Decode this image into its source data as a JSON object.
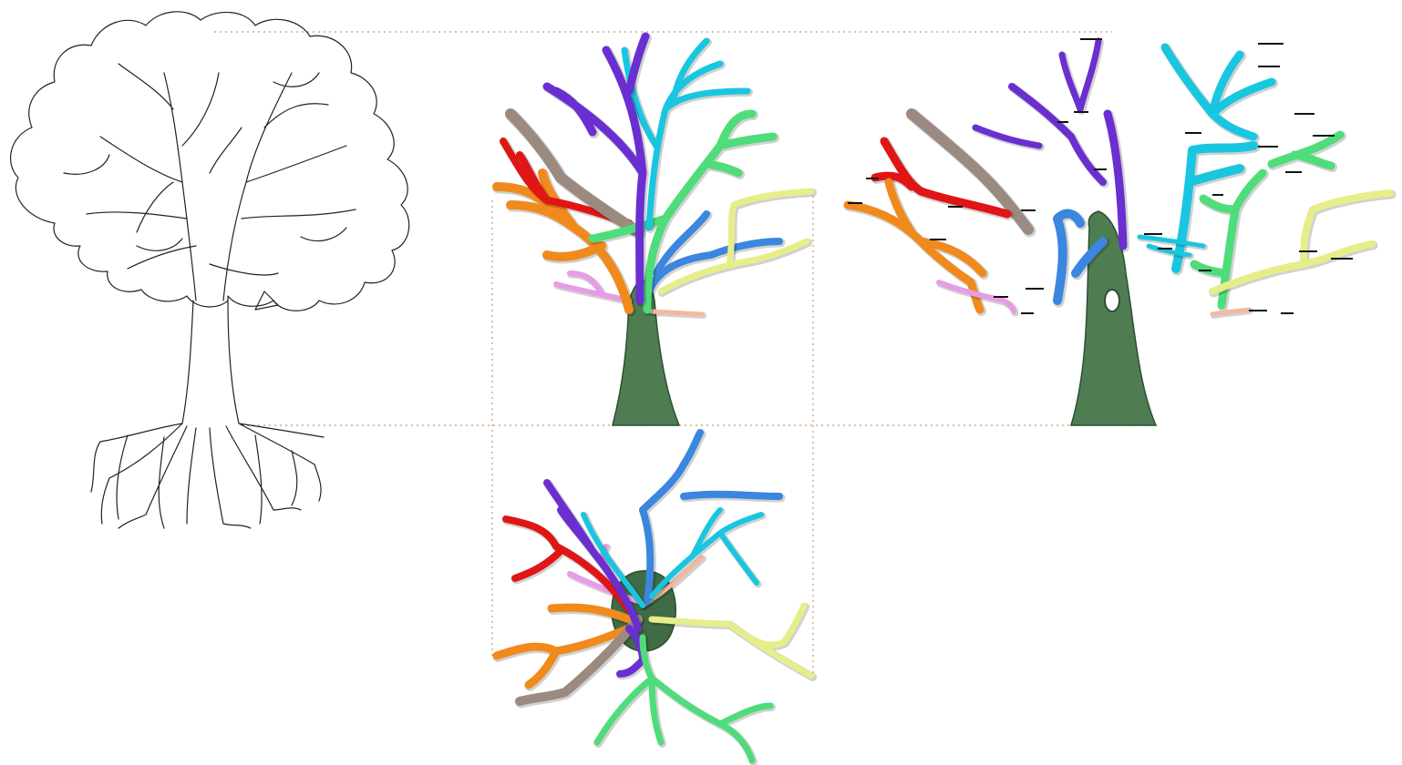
{
  "colors": {
    "background": "#ffffff",
    "guide_line": "#c89a5a",
    "outline": "#222222",
    "trunk": "#4f7d52",
    "trunk_dark": "#2e4e33"
  },
  "branch_palette": [
    {
      "id": "purple",
      "color": "#6a2fd0"
    },
    {
      "id": "cyan",
      "color": "#19c6e0"
    },
    {
      "id": "blue",
      "color": "#3b86df"
    },
    {
      "id": "green",
      "color": "#4fdc7a"
    },
    {
      "id": "yellow",
      "color": "#e6ee8a"
    },
    {
      "id": "red",
      "color": "#e01515"
    },
    {
      "id": "orange",
      "color": "#f08a1c"
    },
    {
      "id": "brown",
      "color": "#9a8a80"
    },
    {
      "id": "pink",
      "color": "#e79ce6"
    },
    {
      "id": "peach",
      "color": "#f2b9a0"
    }
  ],
  "panels": [
    {
      "id": "sketch",
      "kind": "2d-line-drawing"
    },
    {
      "id": "front-3d",
      "kind": "3d-colored-segmented-tree"
    },
    {
      "id": "exploded-3d",
      "kind": "3d-exploded-branches-with-tags"
    },
    {
      "id": "top-3d",
      "kind": "3d-top-view"
    }
  ]
}
